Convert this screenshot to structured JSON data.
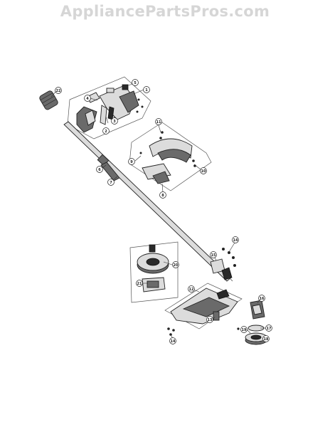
{
  "watermark": {
    "text": "AppliancePartsPros.com"
  },
  "callouts": [
    {
      "id": "c1",
      "label": "1"
    },
    {
      "id": "c2",
      "label": "2"
    },
    {
      "id": "c3",
      "label": "3"
    },
    {
      "id": "c4",
      "label": "4"
    },
    {
      "id": "c5",
      "label": "5"
    },
    {
      "id": "c6",
      "label": "6"
    },
    {
      "id": "c7",
      "label": "7"
    },
    {
      "id": "c8",
      "label": "8"
    },
    {
      "id": "c9",
      "label": "9"
    },
    {
      "id": "c10",
      "label": "10"
    },
    {
      "id": "c10b",
      "label": "10"
    },
    {
      "id": "c11",
      "label": "11"
    },
    {
      "id": "c12",
      "label": "12"
    },
    {
      "id": "c13",
      "label": "13"
    },
    {
      "id": "c14",
      "label": "14"
    },
    {
      "id": "c14b",
      "label": "14"
    },
    {
      "id": "c15",
      "label": "15"
    },
    {
      "id": "c16",
      "label": "16"
    },
    {
      "id": "c17",
      "label": "17"
    },
    {
      "id": "c18",
      "label": "18"
    },
    {
      "id": "c19",
      "label": "19"
    },
    {
      "id": "c20",
      "label": "20"
    },
    {
      "id": "c21",
      "label": "21"
    },
    {
      "id": "c22",
      "label": "22"
    }
  ]
}
